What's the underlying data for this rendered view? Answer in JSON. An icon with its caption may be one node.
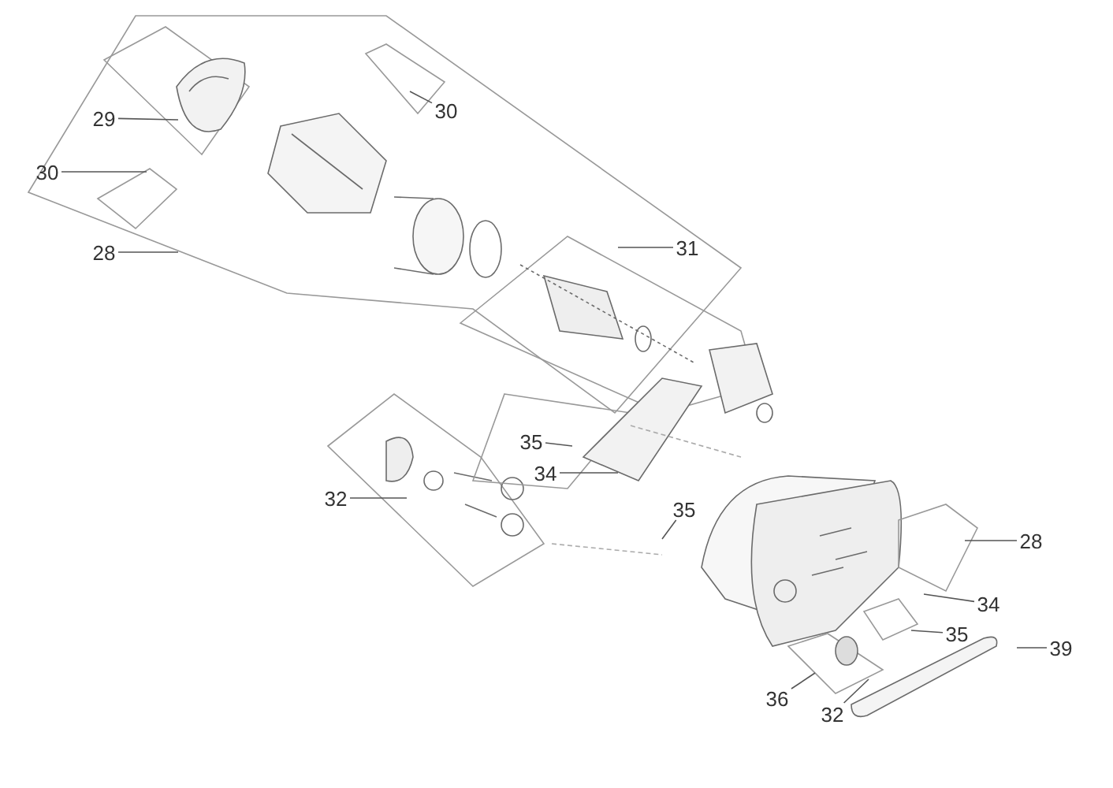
{
  "diagram": {
    "nodes": [
      {
        "text": [
          "29"
        ]
      },
      {
        "text": [
          "30"
        ]
      },
      {
        "text": [
          "30"
        ]
      },
      {
        "text": [
          "28"
        ]
      },
      {
        "text": [
          "31"
        ]
      },
      {
        "text": [
          "35"
        ]
      },
      {
        "text": [
          "34"
        ]
      },
      {
        "text": [
          "32"
        ]
      },
      {
        "text": [
          "35"
        ]
      },
      {
        "text": [
          "28"
        ]
      },
      {
        "text": [
          "34"
        ]
      },
      {
        "text": [
          "35"
        ]
      },
      {
        "text": [
          "39"
        ]
      },
      {
        "text": [
          "36"
        ]
      },
      {
        "text": [
          "32"
        ]
      }
    ],
    "edges": [
      {
        "from": 0,
        "to": null,
        "arrow": "none"
      },
      {
        "from": 1,
        "to": null,
        "arrow": "none"
      },
      {
        "from": 2,
        "to": null,
        "arrow": "none"
      },
      {
        "from": 3,
        "to": null,
        "arrow": "none"
      },
      {
        "from": 4,
        "to": null,
        "arrow": "none"
      },
      {
        "from": 5,
        "to": null,
        "arrow": "none"
      },
      {
        "from": 6,
        "to": null,
        "arrow": "none"
      },
      {
        "from": 7,
        "to": null,
        "arrow": "none"
      },
      {
        "from": 8,
        "to": null,
        "arrow": "none"
      },
      {
        "from": 9,
        "to": null,
        "arrow": "none"
      },
      {
        "from": 10,
        "to": null,
        "arrow": "none"
      },
      {
        "from": 11,
        "to": null,
        "arrow": "none"
      },
      {
        "from": 12,
        "to": null,
        "arrow": "none"
      },
      {
        "from": 13,
        "to": null,
        "arrow": "none"
      },
      {
        "from": 14,
        "to": null,
        "arrow": "none"
      }
    ]
  }
}
